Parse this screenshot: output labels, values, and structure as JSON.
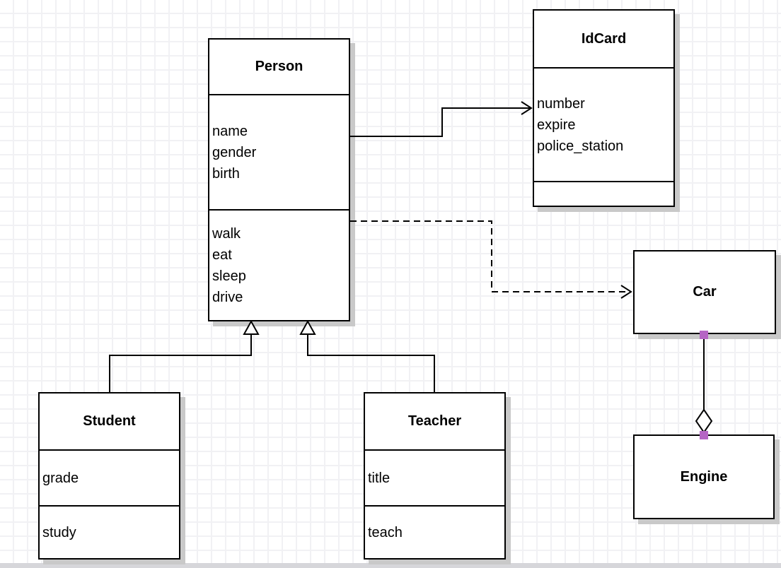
{
  "diagram": {
    "type": "uml-class-diagram",
    "classes": [
      {
        "name": "Person",
        "attributes": [
          "name",
          "gender",
          "birth"
        ],
        "methods": [
          "walk",
          "eat",
          "sleep",
          "drive"
        ]
      },
      {
        "name": "IdCard",
        "attributes": [
          "number",
          "expire",
          "police_station"
        ],
        "methods": []
      },
      {
        "name": "Car",
        "attributes": [],
        "methods": []
      },
      {
        "name": "Engine",
        "attributes": [],
        "methods": []
      },
      {
        "name": "Student",
        "attributes": [
          "grade"
        ],
        "methods": [
          "study"
        ]
      },
      {
        "name": "Teacher",
        "attributes": [
          "title"
        ],
        "methods": [
          "teach"
        ]
      }
    ],
    "relationships": [
      {
        "from": "Person",
        "to": "IdCard",
        "type": "directed-association",
        "line": "solid",
        "arrowhead": "open"
      },
      {
        "from": "Person",
        "to": "Car",
        "type": "dependency",
        "line": "dashed",
        "arrowhead": "open"
      },
      {
        "from": "Student",
        "to": "Person",
        "type": "generalization",
        "line": "solid",
        "arrowhead": "hollow-triangle"
      },
      {
        "from": "Teacher",
        "to": "Person",
        "type": "generalization",
        "line": "solid",
        "arrowhead": "hollow-triangle"
      },
      {
        "from": "Car",
        "to": "Engine",
        "type": "aggregation",
        "line": "solid",
        "arrowhead": "hollow-diamond",
        "endpoint_markers": "selection-handles"
      }
    ]
  },
  "colors": {
    "line": "#000000",
    "box_fill": "#ffffff",
    "shadow": "#c9c9c9",
    "grid_line": "#f1f1f4",
    "page_edge": "#d6d6da",
    "selection_marker": "#b565c4"
  }
}
